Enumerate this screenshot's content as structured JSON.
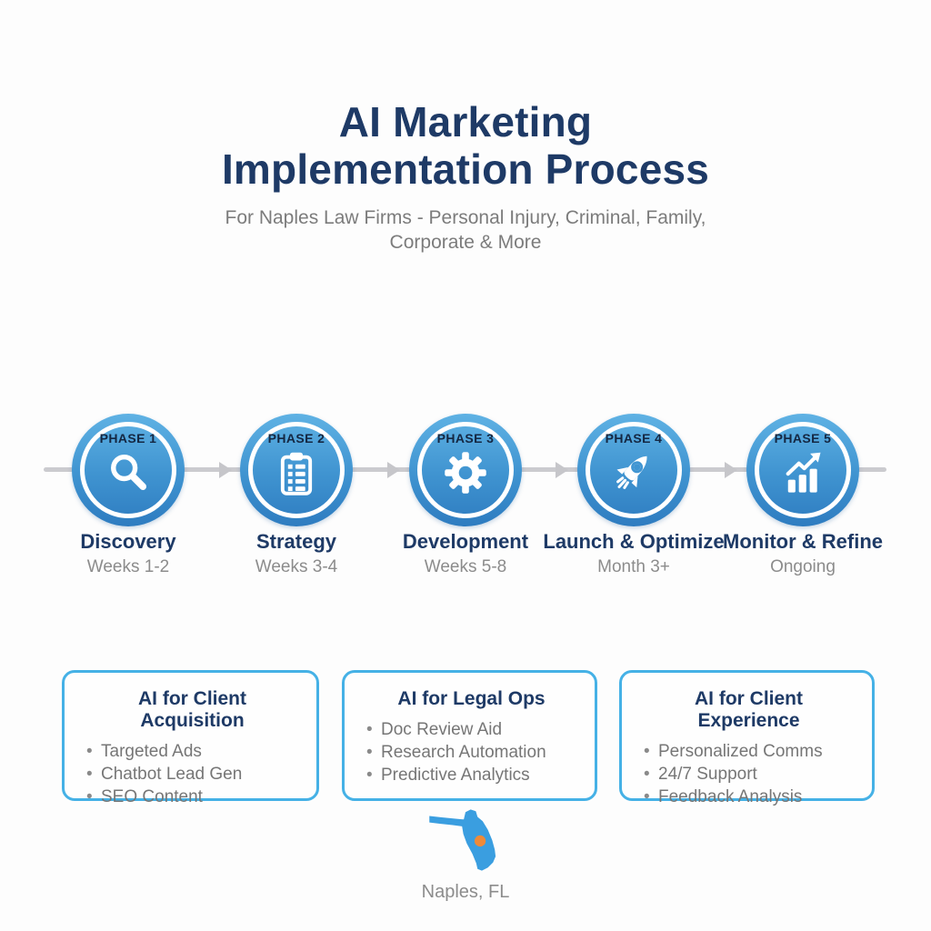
{
  "header": {
    "title_lines": [
      "AI Marketing",
      "Implementation Process"
    ],
    "subtitle": "For Naples Law Firms - Personal Injury, Criminal, Family, Corporate & More"
  },
  "timeline": {
    "phases": [
      {
        "badge": "PHASE 1",
        "icon": "magnifier-icon",
        "name": "Discovery",
        "duration": "Weeks 1-2"
      },
      {
        "badge": "PHASE 2",
        "icon": "clipboard-icon",
        "name": "Strategy",
        "duration": "Weeks 3-4"
      },
      {
        "badge": "PHASE 3",
        "icon": "gear-icon",
        "name": "Development",
        "duration": "Weeks 5-8"
      },
      {
        "badge": "PHASE 4",
        "icon": "rocket-icon",
        "name": "Launch & Optimize",
        "duration": "Month 3+"
      },
      {
        "badge": "PHASE 5",
        "icon": "chart-icon",
        "name": "Monitor & Refine",
        "duration": "Ongoing"
      }
    ]
  },
  "boxes": [
    {
      "title": "AI for Client Acquisition",
      "items": [
        "Targeted Ads",
        "Chatbot Lead Gen",
        "SEO Content"
      ]
    },
    {
      "title": "AI for Legal Ops",
      "items": [
        "Doc Review Aid",
        "Research Automation",
        "Predictive Analytics"
      ]
    },
    {
      "title": "AI for Client Experience",
      "items": [
        "Personalized Comms",
        "24/7 Support",
        "Feedback Analysis"
      ]
    }
  ],
  "footer": {
    "map_icon": "florida-map-icon",
    "location": "Naples, FL"
  },
  "colors": {
    "title_navy": "#1e3a66",
    "circle_blue_top": "#5fb2e4",
    "circle_blue_bottom": "#2e7cc0",
    "box_border_blue": "#45b1e6",
    "connector_gray": "#cbcbcf",
    "body_gray": "#767676",
    "map_blue": "#3a9ee0",
    "marker_orange": "#ef8a38"
  }
}
